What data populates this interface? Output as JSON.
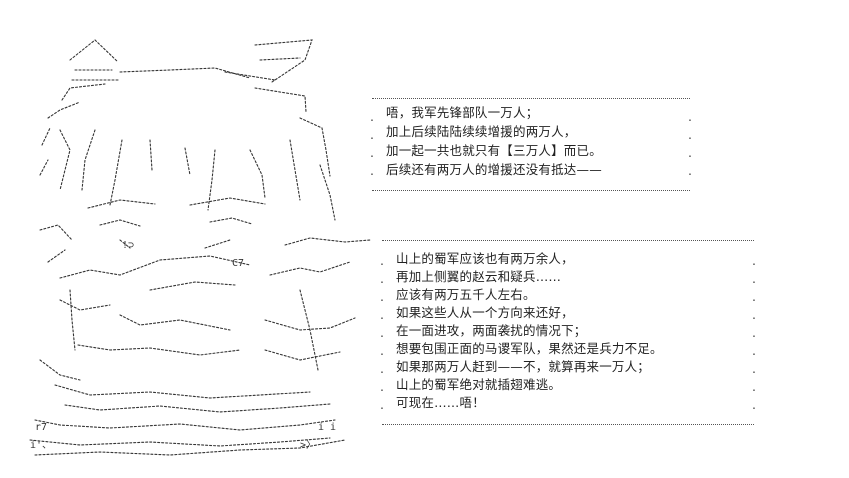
{
  "dialogue_box_1": {
    "lines": [
      "唔，我军先锋部队一万人；",
      "加上后续陆陆续续增援的两万人，",
      "加一起一共也就只有【三万人】而已。",
      "后续还有两万人的增援还没有抵达——"
    ]
  },
  "dialogue_box_2": {
    "lines": [
      "山上的蜀军应该也有两万余人，",
      "再加上侧翼的赵云和疑兵……",
      "应该有两万五千人左右。",
      "如果这些人从一个方向来还好，",
      "在一面进攻，两面袭扰的情况下；",
      "想要包围正面的马谡军队，果然还是兵力不足。",
      "如果那两万人赶到——不，就算再来一万人；",
      "山上的蜀军绝对就插翅难逃。",
      "可现在……唔！"
    ]
  },
  "colors": {
    "ink": "#333333",
    "background": "#ffffff"
  }
}
